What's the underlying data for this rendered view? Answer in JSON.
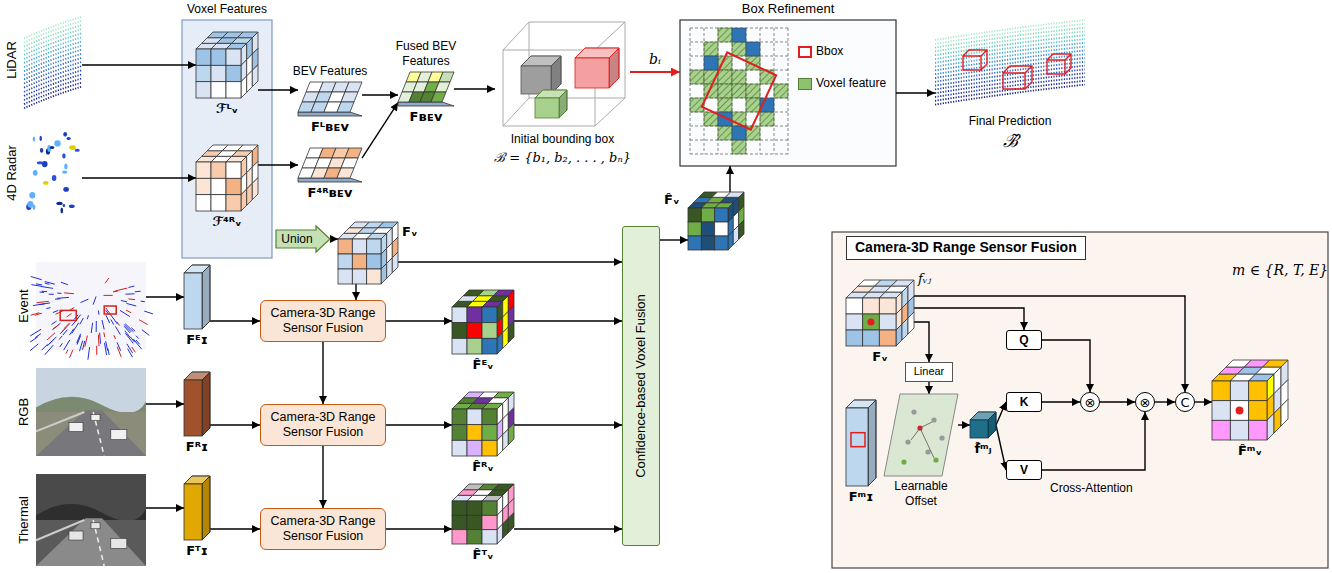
{
  "diagram": {
    "nodes": [
      {
        "text": [
          "LiDAR"
        ]
      },
      {
        "text": [
          "Voxel Features"
        ]
      },
      {
        "text": [
          "ℱᴸᵥ"
        ],
        "in": 1
      },
      {
        "text": [
          "ℱ⁴ᴿᵥ"
        ],
        "in": 1
      },
      {
        "text": [
          "BEV Features",
          "Fᴸʙᴇᴠ"
        ]
      },
      {
        "text": [
          "Fused BEV Features",
          "Fʙᴇᴠ"
        ]
      },
      {
        "text": [
          "4D Radar"
        ]
      },
      {
        "text": [
          "F⁴ᴿʙᴇᴠ"
        ]
      },
      {
        "text": [
          "Initial bounding box",
          "ℬ = {b₁, b₂, . . . , bₙ}"
        ]
      },
      {
        "text": [
          "Box Refinement"
        ]
      },
      {
        "text": [
          "Final Prediction",
          "ℬ̃"
        ]
      },
      {
        "text": [
          "Union"
        ]
      },
      {
        "text": [
          "Fᵥ"
        ]
      },
      {
        "text": [
          "Event"
        ]
      },
      {
        "text": [
          "Fᴱɪ"
        ]
      },
      {
        "text": [
          "Camera-3D Range Sensor Fusion"
        ]
      },
      {
        "text": [
          "F̂ᴱᵥ"
        ]
      },
      {
        "text": [
          "RGB"
        ]
      },
      {
        "text": [
          "Fᴿɪ"
        ]
      },
      {
        "text": [
          "Camera-3D Range Sensor Fusion"
        ]
      },
      {
        "text": [
          "F̂ᴿᵥ"
        ]
      },
      {
        "text": [
          "Thermal"
        ]
      },
      {
        "text": [
          "Fᵀɪ"
        ]
      },
      {
        "text": [
          "Camera-3D Range Sensor Fusion"
        ]
      },
      {
        "text": [
          "F̂ᵀᵥ"
        ]
      },
      {
        "text": [
          "Confidence-based Voxel Fusion"
        ]
      },
      {
        "text": [
          "F̂ᵥ"
        ]
      },
      {
        "text": [
          "Camera-3D Range Sensor Fusion",
          "m ∈ {R, T, E}"
        ]
      },
      {
        "text": [
          "Fᵥ"
        ],
        "in": 27
      },
      {
        "text": [
          "Linear"
        ],
        "in": 27
      },
      {
        "text": [
          "Fᵐɪ"
        ],
        "in": 27
      },
      {
        "text": [
          "Learnable Offset"
        ],
        "in": 27
      },
      {
        "text": [
          "f̂ᵐⱼ"
        ],
        "in": 27
      },
      {
        "text": [
          "Q"
        ],
        "in": 27
      },
      {
        "text": [
          "K"
        ],
        "in": 27
      },
      {
        "text": [
          "V"
        ],
        "in": 27
      },
      {
        "text": [
          "⊗"
        ],
        "in": 27
      },
      {
        "text": [
          "⊗"
        ],
        "in": 27
      },
      {
        "text": [
          "C"
        ],
        "in": 27
      },
      {
        "text": [
          "F̂ᵐᵥ"
        ],
        "in": 27
      }
    ],
    "edges": [
      {
        "from": 0,
        "to": 2,
        "arrow": "to"
      },
      {
        "from": 6,
        "to": 3,
        "arrow": "to"
      },
      {
        "from": 2,
        "to": 4,
        "arrow": "to"
      },
      {
        "from": 3,
        "to": 7,
        "arrow": "to"
      },
      {
        "from": 4,
        "to": 5,
        "arrow": "to"
      },
      {
        "from": 7,
        "to": 5,
        "arrow": "to"
      },
      {
        "from": 5,
        "to": 8,
        "arrow": "to"
      },
      {
        "from": 8,
        "to": 9,
        "arrow": "to",
        "label": "bᵢ"
      },
      {
        "from": 9,
        "to": 10,
        "arrow": "to"
      },
      {
        "from": 11,
        "to": 12,
        "arrow": "to"
      },
      {
        "from": 12,
        "to": 25,
        "arrow": "to"
      },
      {
        "from": 12,
        "to": 15,
        "arrow": "to"
      },
      {
        "from": 13,
        "to": 14,
        "arrow": "to"
      },
      {
        "from": 14,
        "to": 15,
        "arrow": "to"
      },
      {
        "from": 15,
        "to": 16,
        "arrow": "to"
      },
      {
        "from": 16,
        "to": 25,
        "arrow": "to"
      },
      {
        "from": 15,
        "to": 19,
        "arrow": "to"
      },
      {
        "from": 17,
        "to": 18,
        "arrow": "to"
      },
      {
        "from": 18,
        "to": 19,
        "arrow": "to"
      },
      {
        "from": 19,
        "to": 20,
        "arrow": "to"
      },
      {
        "from": 20,
        "to": 25,
        "arrow": "to"
      },
      {
        "from": 19,
        "to": 23,
        "arrow": "to"
      },
      {
        "from": 21,
        "to": 22,
        "arrow": "to"
      },
      {
        "from": 22,
        "to": 23,
        "arrow": "to"
      },
      {
        "from": 23,
        "to": 24,
        "arrow": "to"
      },
      {
        "from": 24,
        "to": 25,
        "arrow": "to"
      },
      {
        "from": 25,
        "to": 26,
        "arrow": "to"
      },
      {
        "from": 26,
        "to": 9,
        "arrow": "to"
      },
      {
        "from": 28,
        "to": 29,
        "arrow": "to"
      },
      {
        "from": 29,
        "to": 31,
        "arrow": "to"
      },
      {
        "from": 31,
        "to": 32,
        "arrow": "to"
      },
      {
        "from": 28,
        "to": 33,
        "arrow": "to"
      },
      {
        "from": 28,
        "to": 38,
        "arrow": "to"
      },
      {
        "from": 32,
        "to": 34,
        "arrow": "to"
      },
      {
        "from": 32,
        "to": 35,
        "arrow": "to"
      },
      {
        "from": 33,
        "to": 36,
        "arrow": "to"
      },
      {
        "from": 34,
        "to": 36,
        "arrow": "to"
      },
      {
        "from": 36,
        "to": 37,
        "arrow": "to"
      },
      {
        "from": 35,
        "to": 37,
        "arrow": "to"
      },
      {
        "from": 37,
        "to": 38,
        "arrow": "to"
      },
      {
        "from": 38,
        "to": 39,
        "arrow": "to"
      }
    ],
    "labels": [
      "fᵥⱼ",
      "Cross-Attention"
    ],
    "legend": [
      {
        "text": "Bbox"
      },
      {
        "text": "Voxel feature",
        "color": "#8dc26f"
      }
    ]
  }
}
